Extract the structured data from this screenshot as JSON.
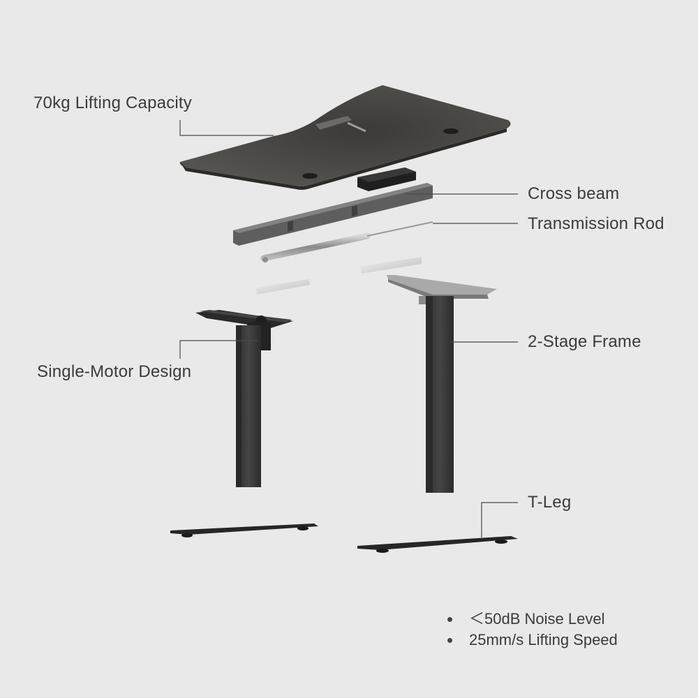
{
  "labels": {
    "lifting_capacity": "70kg Lifting Capacity",
    "cross_beam": "Cross beam",
    "transmission_rod": "Transmission Rod",
    "two_stage_frame": "2-Stage Frame",
    "single_motor": "Single-Motor Design",
    "t_leg": "T-Leg"
  },
  "features": [
    "＜50dB Noise Level",
    "25mm/s Lifting Speed"
  ],
  "colors": {
    "background": "#e9e9e9",
    "desktop": "#4a4846",
    "frame": "#3a3a3a",
    "leader_line": "#4a4a4a",
    "text": "#3b3b3b"
  }
}
